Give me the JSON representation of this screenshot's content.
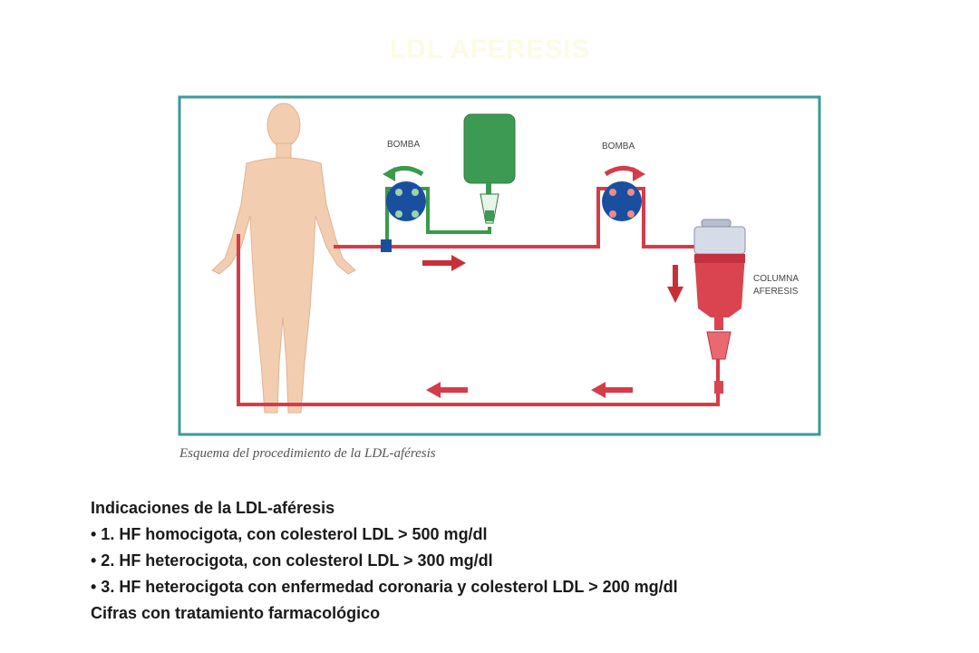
{
  "slide": {
    "title": "LDL AFERESIS"
  },
  "diagram": {
    "pump_left_label": "BOMBA",
    "pump_right_label": "BOMBA",
    "column_label_line1": "COLUMNA",
    "column_label_line2": "AFERESIS",
    "caption": "Esquema del procedimiento de la LDL-aféresis",
    "colors": {
      "frame": "#3a9a9a",
      "blood": "#d43c48",
      "plasma": "#3a9a4a",
      "pump": "#1a4fa0",
      "body": "#f3cdb0"
    }
  },
  "indications": {
    "heading": "Indicaciones de la LDL-aféresis",
    "items": [
      " • 1. HF homocigota, con colesterol LDL > 500 mg/dl",
      "• 2. HF heterocigota, con colesterol LDL > 300 mg/dl",
      "• 3. HF heterocigota con enfermedad coronaria y colesterol LDL > 200 mg/dl"
    ],
    "footer": "Cifras con tratamiento farmacológico"
  }
}
